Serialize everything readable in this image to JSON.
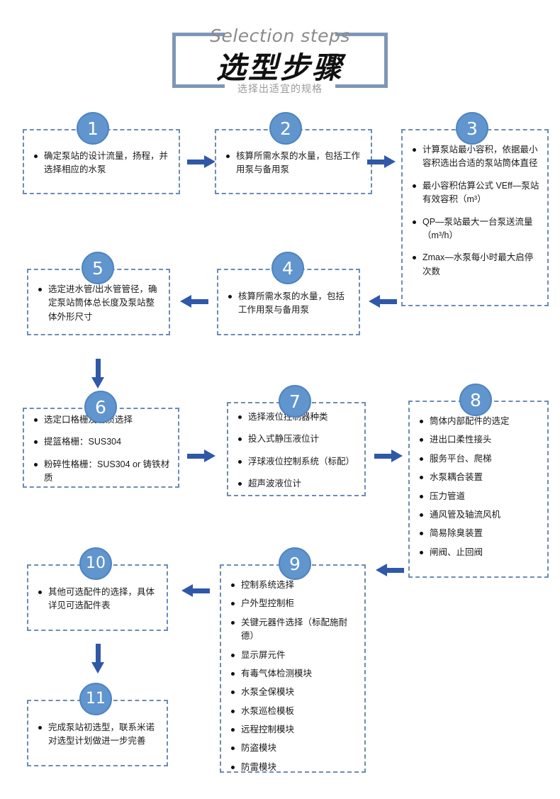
{
  "header": {
    "english_title": "Selection steps",
    "chinese_title": "选型步骤",
    "subtitle": "选择出适宜的规格"
  },
  "colors": {
    "badge_fill": "#6195ce",
    "badge_ring": "#4f84bf",
    "box_border": "#6d8cb5",
    "arrow": "#2f58a8",
    "bracket": "#7e97b8",
    "subtitle_gray": "#9a9a9a"
  },
  "steps": [
    {
      "number": "1",
      "bullets": [
        "确定泵站的设计流量，扬程，并选择相应的水泵"
      ]
    },
    {
      "number": "2",
      "bullets": [
        "核算所需水泵的水量，包括工作用泵与备用泵"
      ]
    },
    {
      "number": "3",
      "bullets": [
        "计算泵站最小容积，依据最小容积选出合适的泵站筒体直径",
        "最小容积估算公式 VEff—泵站有效容积（m³）",
        "QP—泵站最大一台泵送流量（m³/h）",
        "Zmax—水泵每小时最大启停次数"
      ]
    },
    {
      "number": "4",
      "bullets": [
        "核算所需水泵的水量，包括工作用泵与备用泵"
      ]
    },
    {
      "number": "5",
      "bullets": [
        "选定进水管/出水管管径，确定泵站筒体总长度及泵站整体外形尺寸"
      ]
    },
    {
      "number": "6",
      "bullets": [
        "选定口格栅及材质选择",
        "提篮格栅：SUS304",
        "粉碎性格栅：SUS304 or 铸铁材质"
      ]
    },
    {
      "number": "7",
      "bullets": [
        "选择液位控制器种类",
        "投入式静压液位计",
        "浮球液位控制系统（标配）",
        "超声波液位计"
      ]
    },
    {
      "number": "8",
      "bullets": [
        "筒体内部配件的选定",
        "进出口柔性接头",
        "服务平台、爬梯",
        "水泵耦合装置",
        "压力管道",
        "通风管及轴流风机",
        "简易除臭装置",
        "闸阀、止回阀"
      ]
    },
    {
      "number": "9",
      "bullets": [
        "控制系统选择",
        "户外型控制柜",
        "关键元器件选择（标配施耐德）",
        "显示屏元件",
        "有毒气体检测模块",
        "水泵全保模块",
        "水泵巡检模板",
        "远程控制模块",
        "防盗模块",
        "防雷模块"
      ]
    },
    {
      "number": "10",
      "bullets": [
        "其他可选配件的选择，具体详见可选配件表"
      ]
    },
    {
      "number": "11",
      "bullets": [
        "完成泵站初选型，联系米诺对选型计划做进一步完善"
      ]
    }
  ]
}
